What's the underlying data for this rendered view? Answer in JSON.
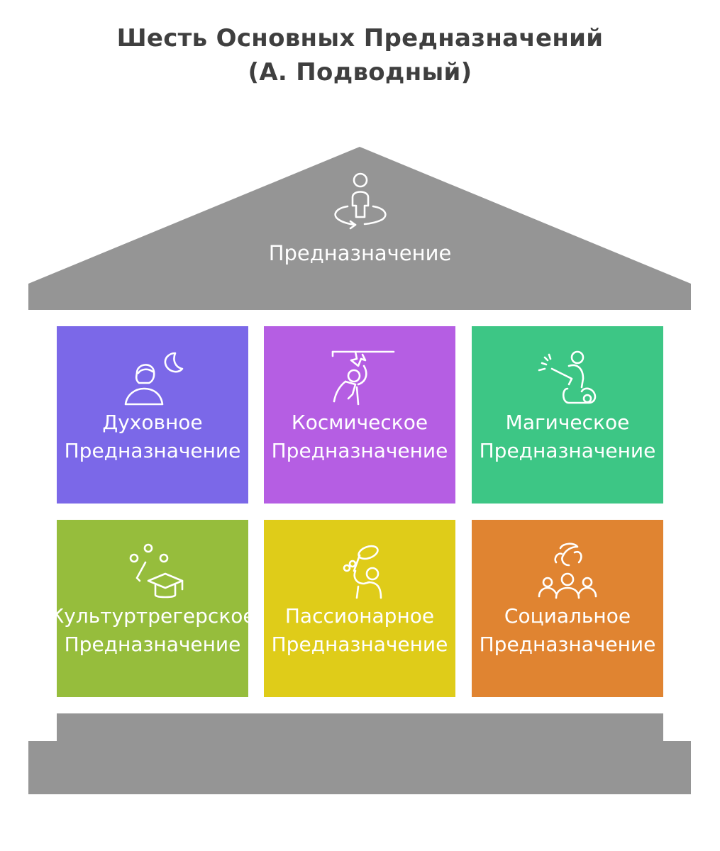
{
  "title": {
    "line1": "Шесть Основных Предназначений",
    "line2": "(А. Подводный)"
  },
  "roof": {
    "label": "Предназначение",
    "icon": "person-rotating-icon"
  },
  "colors": {
    "structure": "#959595",
    "text": "#ffffff",
    "title": "#3f3f3f"
  },
  "tiles": [
    {
      "line1": "Духовное",
      "line2": "Предназначение",
      "color": "#7b68e8",
      "icon": "meditating-person-moon-icon"
    },
    {
      "line1": "Космическое",
      "line2": "Предназначение",
      "color": "#b55ee3",
      "icon": "person-reaching-sky-icon"
    },
    {
      "line1": "Магическое",
      "line2": "Предназначение",
      "color": "#3dc685",
      "icon": "person-casting-spell-icon"
    },
    {
      "line1": "Культуртрегерское",
      "line2": "Предназначение",
      "color": "#96bd3c",
      "icon": "graduation-cap-icon"
    },
    {
      "line1": "Пассионарное",
      "line2": "Предназначение",
      "color": "#dfcc19",
      "icon": "person-with-net-icon"
    },
    {
      "line1": "Социальное",
      "line2": "Предназначение",
      "color": "#e08431",
      "icon": "group-of-people-icon"
    }
  ]
}
